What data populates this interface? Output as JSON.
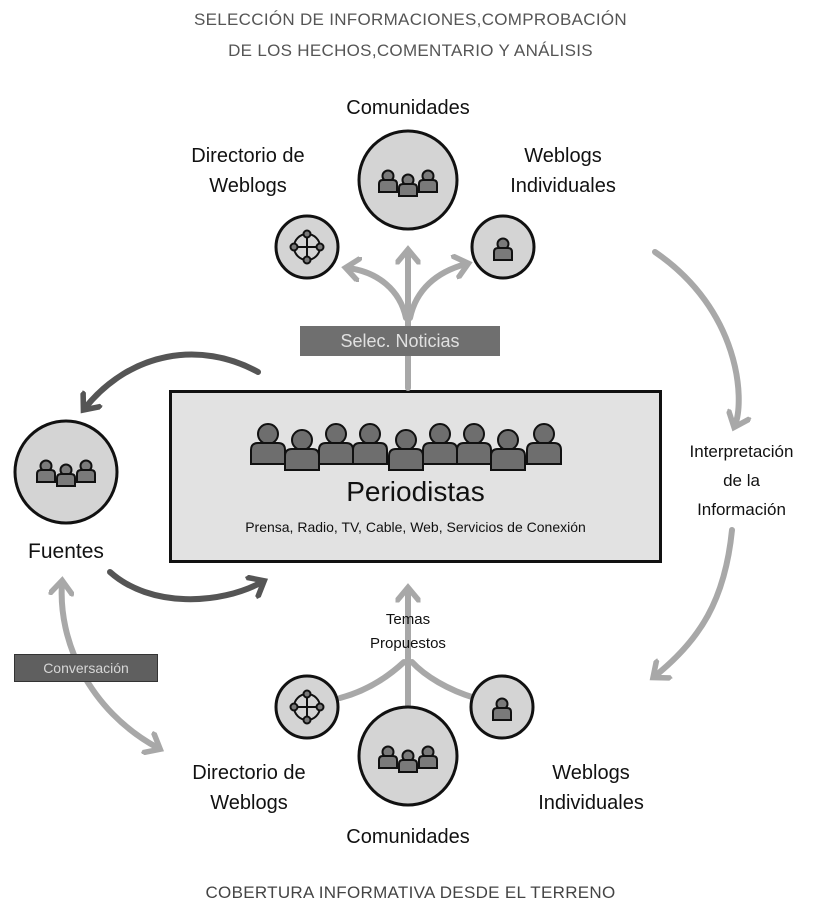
{
  "header_top": {
    "line1": "SELECCIÓN DE INFORMACIONES,COMPROBACIÓN",
    "line2": "DE LOS HECHOS,COMENTARIO Y ANÁLISIS"
  },
  "top_cluster": {
    "comunidades": "Comunidades",
    "directorio": [
      "Directorio de",
      "Weblogs"
    ],
    "weblogs": [
      "Weblogs",
      "Individuales"
    ]
  },
  "selec_noticias": "Selec. Noticias",
  "periodistas": {
    "title": "Periodistas",
    "subtitle": "Prensa, Radio, TV, Cable, Web, Servicios de Conexión"
  },
  "fuentes": "Fuentes",
  "interpretacion": [
    "Interpretación",
    "de la",
    "Información"
  ],
  "conversacion": "Conversación",
  "temas_propuestos": [
    "Temas",
    "Propuestos"
  ],
  "bottom_cluster": {
    "directorio": [
      "Directorio de",
      "Weblogs"
    ],
    "weblogs": [
      "Weblogs",
      "Individuales"
    ],
    "comunidades": "Comunidades"
  },
  "footer": "COBERTURA INFORMATIVA DESDE EL TERRENO",
  "colors": {
    "circle_fill": "#d4d4d4",
    "box_fill": "#e2e2e2",
    "arrow_light": "#a8a8a8",
    "arrow_dark": "#555555",
    "person": "#7a7a7a"
  },
  "icons": [
    "group-icon",
    "network-icon",
    "person-icon"
  ]
}
